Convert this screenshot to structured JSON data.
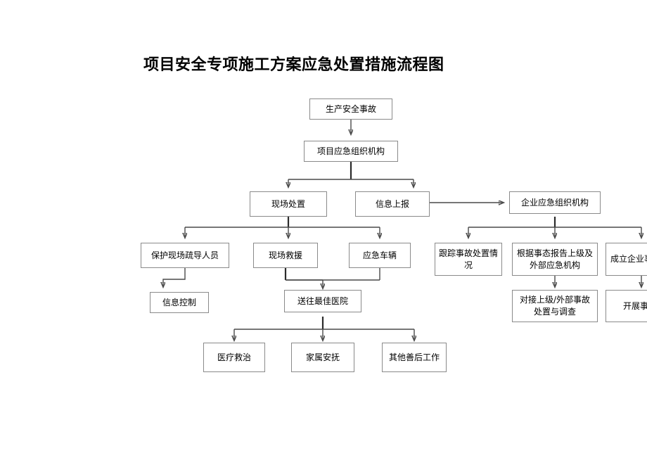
{
  "page": {
    "title": "项目安全专项施工方案应急处置措施流程图",
    "background_color": "#ffffff",
    "box_border_color": "#8a8a8a",
    "edge_color": "#4a4a4a"
  },
  "nodes": {
    "accident": "生产安全事故",
    "project_org": "项目应急组织机构",
    "site_handling": "现场处置",
    "info_report": "信息上报",
    "enterprise_org": "企业应急组织机构",
    "protect_site": "保护现场疏导人员",
    "site_rescue": "现场救援",
    "emergency_vehicle": "应急车辆",
    "info_control": "信息控制",
    "send_hospital": "送往最佳医院",
    "medical_treat": "医疗救治",
    "family_comfort": "家属安抚",
    "other_aftercare": "其他善后工作",
    "track_status": "跟踪事故处置情况",
    "report_upper": "根据事态报告上级及外部应急机构",
    "establish_group": "成立企业事故调查组",
    "connect_upper": "对接上级/外部事故处置与调查",
    "conduct_investigation": "开展事故调查"
  },
  "edges": [
    {
      "from": "accident",
      "to": "project_org"
    },
    {
      "from": "project_org",
      "to": "site_handling"
    },
    {
      "from": "project_org",
      "to": "info_report"
    },
    {
      "from": "info_report",
      "to": "enterprise_org"
    },
    {
      "from": "site_handling",
      "to": "protect_site"
    },
    {
      "from": "site_handling",
      "to": "site_rescue"
    },
    {
      "from": "site_handling",
      "to": "emergency_vehicle"
    },
    {
      "from": "protect_site",
      "to": "info_control"
    },
    {
      "from": "site_rescue",
      "to": "send_hospital"
    },
    {
      "from": "emergency_vehicle",
      "to": "send_hospital"
    },
    {
      "from": "send_hospital",
      "to": "medical_treat"
    },
    {
      "from": "send_hospital",
      "to": "family_comfort"
    },
    {
      "from": "send_hospital",
      "to": "other_aftercare"
    },
    {
      "from": "enterprise_org",
      "to": "track_status"
    },
    {
      "from": "enterprise_org",
      "to": "report_upper"
    },
    {
      "from": "enterprise_org",
      "to": "establish_group"
    },
    {
      "from": "report_upper",
      "to": "connect_upper"
    },
    {
      "from": "establish_group",
      "to": "conduct_investigation"
    }
  ]
}
